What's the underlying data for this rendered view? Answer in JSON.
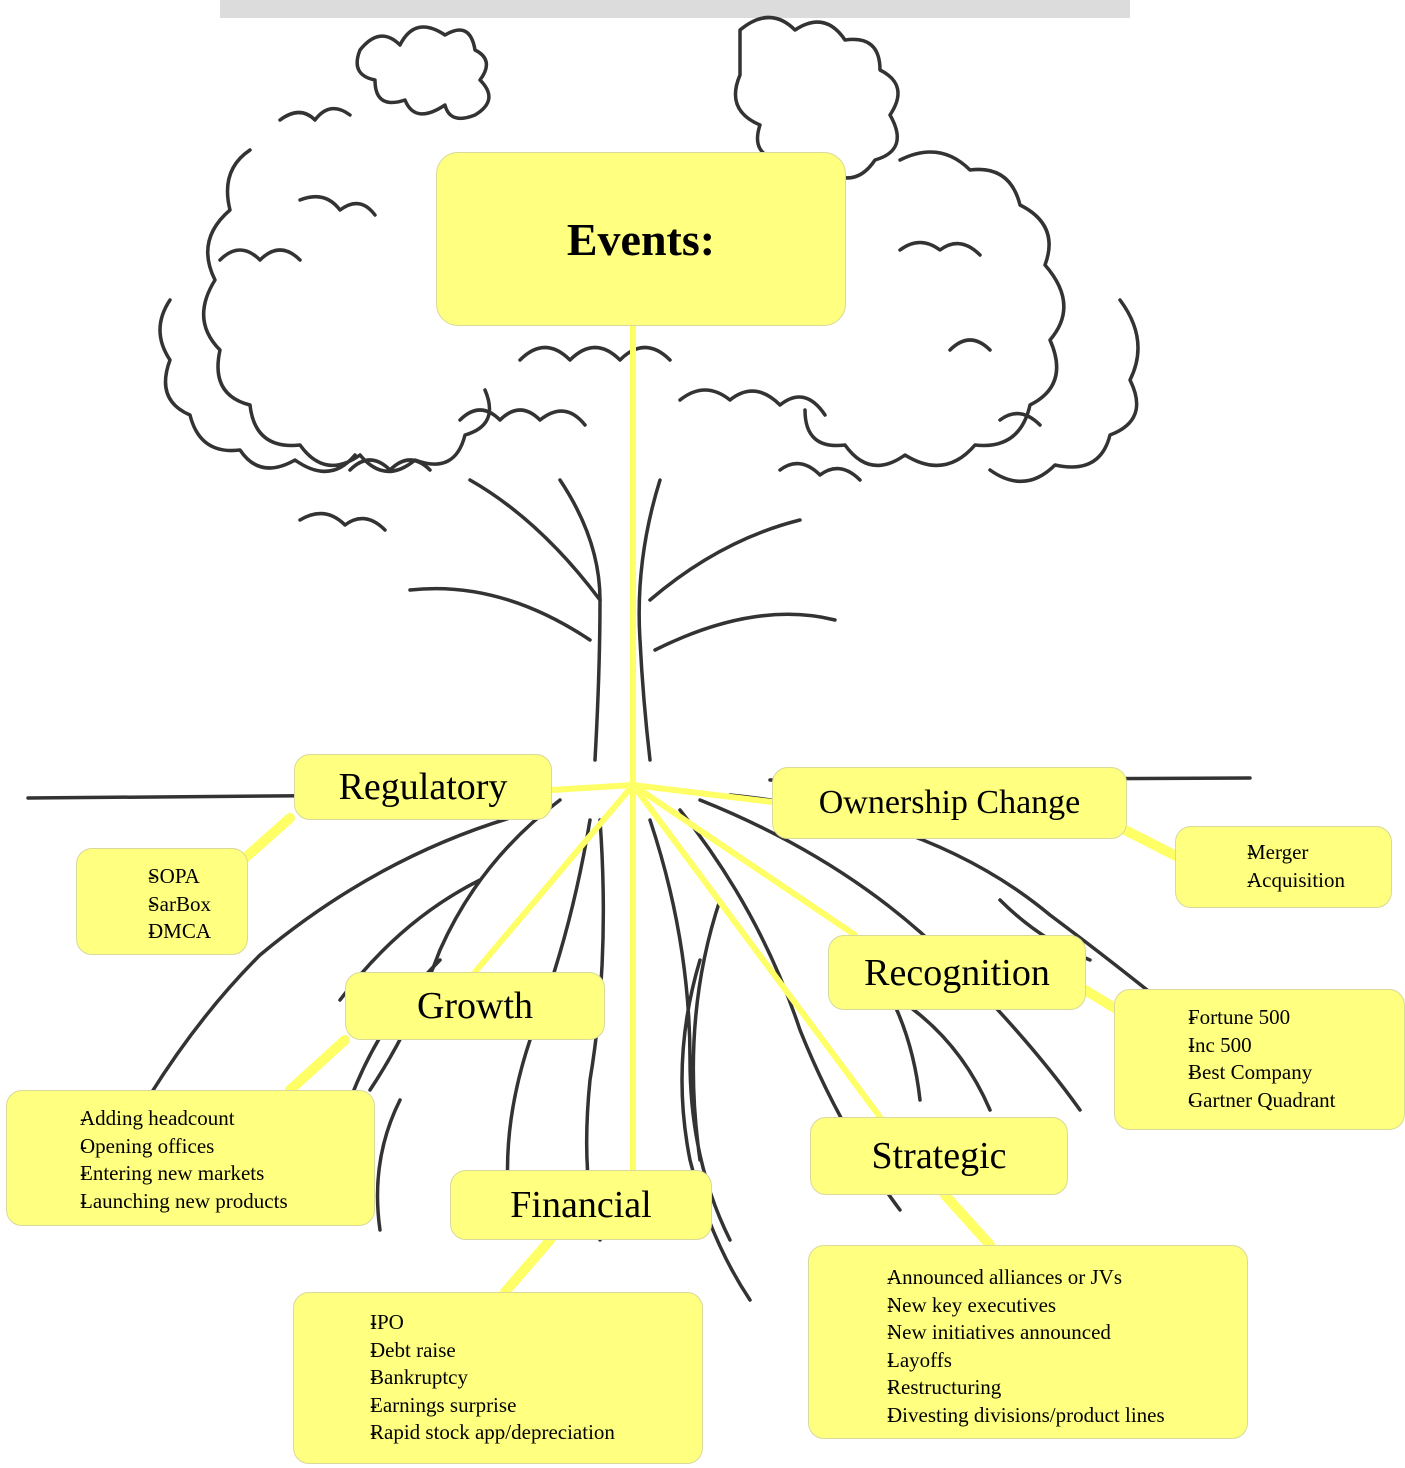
{
  "root": {
    "label": "Events:"
  },
  "categories": [
    {
      "id": "regulatory",
      "label": "Regulatory",
      "items": [
        "SOPA",
        "SarBox",
        "DMCA"
      ]
    },
    {
      "id": "ownership",
      "label": "Ownership Change",
      "items": [
        "Merger",
        "Acquisition"
      ]
    },
    {
      "id": "growth",
      "label": "Growth",
      "items": [
        "Adding headcount",
        "Opening offices",
        "Entering new markets",
        "Launching new products"
      ]
    },
    {
      "id": "recognition",
      "label": "Recognition",
      "items": [
        "Fortune 500",
        "Inc 500",
        "Best Company",
        "Gartner Quadrant"
      ]
    },
    {
      "id": "strategic",
      "label": "Strategic",
      "items": [
        "Announced alliances or JVs",
        "New key executives",
        "New initiatives announced",
        "Layoffs",
        "Restructuring",
        "Divesting divisions/product lines"
      ]
    },
    {
      "id": "financial",
      "label": "Financial",
      "items": [
        "IPO",
        "Debt raise",
        "Bankruptcy",
        "Earnings surprise",
        "Rapid stock app/depreciation"
      ]
    }
  ],
  "colors": {
    "box_fill": "#ffff80",
    "connector": "#ffff66",
    "tree_ink": "#333333"
  }
}
